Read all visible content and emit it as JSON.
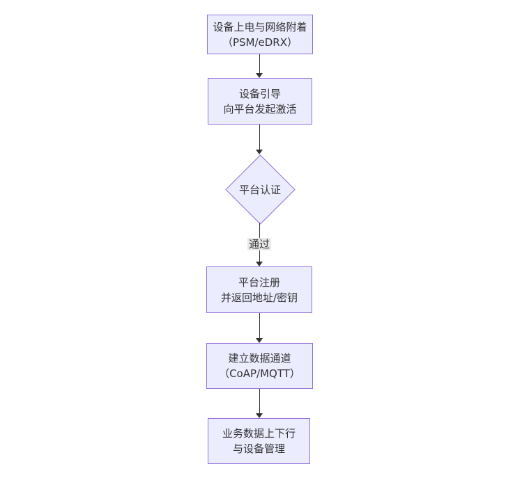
{
  "diagram": {
    "type": "flowchart-top-down",
    "colors": {
      "background": "#ffffff",
      "node_fill": "#ECECFF",
      "node_border": "#9370DB",
      "edge_line": "#333333",
      "edge_label_bg": "#e8e8e8",
      "text": "#333333"
    },
    "nodes": [
      {
        "id": "power-attach",
        "shape": "rect",
        "lines": [
          "设备上电与网络附着",
          "（PSM/eDRX）"
        ]
      },
      {
        "id": "bootstrap",
        "shape": "rect",
        "lines": [
          "设备引导",
          "向平台发起激活"
        ]
      },
      {
        "id": "platform-auth",
        "shape": "diamond",
        "lines": [
          "平台认证"
        ]
      },
      {
        "id": "platform-register",
        "shape": "rect",
        "lines": [
          "平台注册",
          "并返回地址/密钥"
        ]
      },
      {
        "id": "data-channel",
        "shape": "rect",
        "lines": [
          "建立数据通道",
          "（CoAP/MQTT）"
        ]
      },
      {
        "id": "business-data",
        "shape": "rect",
        "lines": [
          "业务数据上下行",
          "与设备管理"
        ]
      }
    ],
    "edges": [
      {
        "from": "power-attach",
        "to": "bootstrap",
        "label": ""
      },
      {
        "from": "bootstrap",
        "to": "platform-auth",
        "label": ""
      },
      {
        "from": "platform-auth",
        "to": "platform-register",
        "label": "通过"
      },
      {
        "from": "platform-register",
        "to": "data-channel",
        "label": ""
      },
      {
        "from": "data-channel",
        "to": "business-data",
        "label": ""
      }
    ]
  }
}
